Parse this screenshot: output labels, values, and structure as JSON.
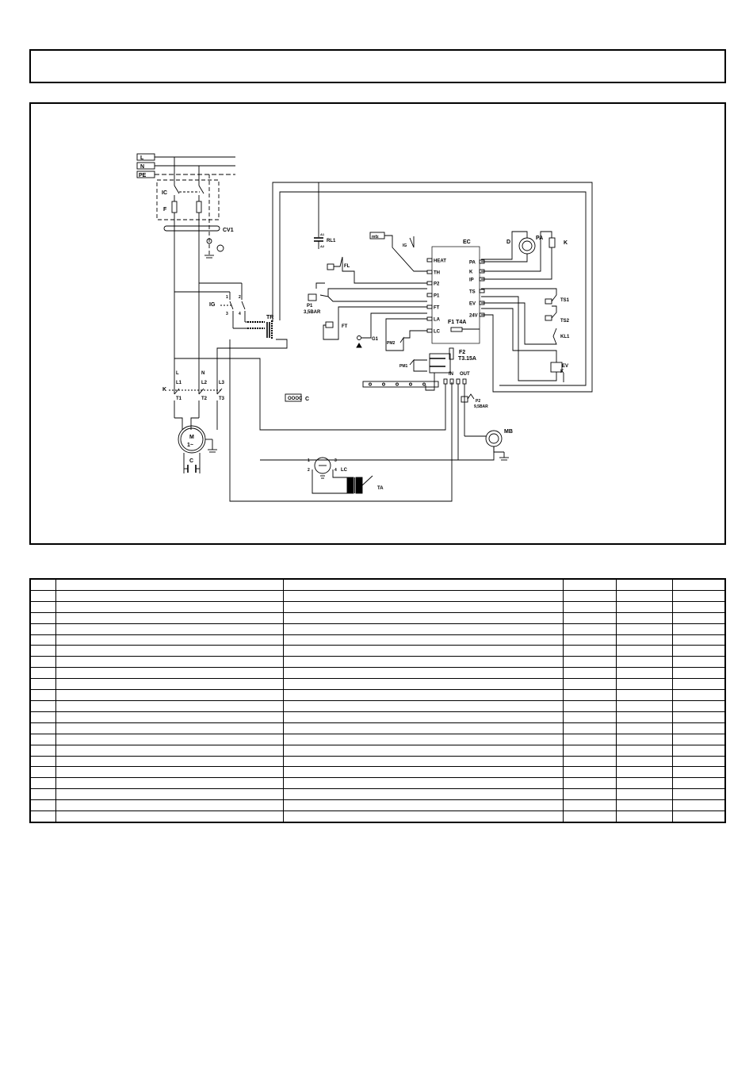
{
  "diagram": {
    "supply": {
      "l": "L",
      "n": "N",
      "pe": "PE"
    },
    "labels": {
      "ic": "IC",
      "f": "F",
      "cv1": "CV1",
      "ig": "IG",
      "tr": "TR",
      "rl1": "RL1",
      "a1": "A1",
      "a2": "A2",
      "mfz": "mfz",
      "ec": "EC",
      "fl": "FL",
      "p1": "P1",
      "p1_val": "3,5BAR",
      "ft": "FT",
      "g1": "G1",
      "pm2": "PM2",
      "pm1": "PM1",
      "f1": "F1 T4A",
      "f2": "F2",
      "f2_val": "T3.15A",
      "in": "IN",
      "out": "OUT",
      "p2": "P2",
      "p2_val": "9,5BAR",
      "mb": "MB",
      "lc": "LC",
      "ta": "TA",
      "c": "C",
      "k": "K",
      "m": "M",
      "motor": "1~",
      "d": "D",
      "pa": "PA",
      "k_relay": "K",
      "ts1": "TS1",
      "ts2": "TS2",
      "kl1": "KL1",
      "ev": "EV",
      "ev_k": "K"
    },
    "ec_left": [
      "HEAT",
      "TH",
      "P2",
      "P1",
      "FT",
      "LA",
      "LC"
    ],
    "ec_right": [
      "PA",
      "K",
      "IP",
      "TS",
      "EV",
      "24V"
    ],
    "contactor_top": [
      "L",
      "N",
      "L1",
      "L2",
      "L3"
    ],
    "contactor_bottom": [
      "T1",
      "T2",
      "T3"
    ],
    "ig_pins": [
      "1",
      "2",
      "3",
      "4"
    ],
    "lc_pins": [
      "1",
      "2",
      "3",
      "4"
    ]
  },
  "legend": {
    "rows": 22
  }
}
